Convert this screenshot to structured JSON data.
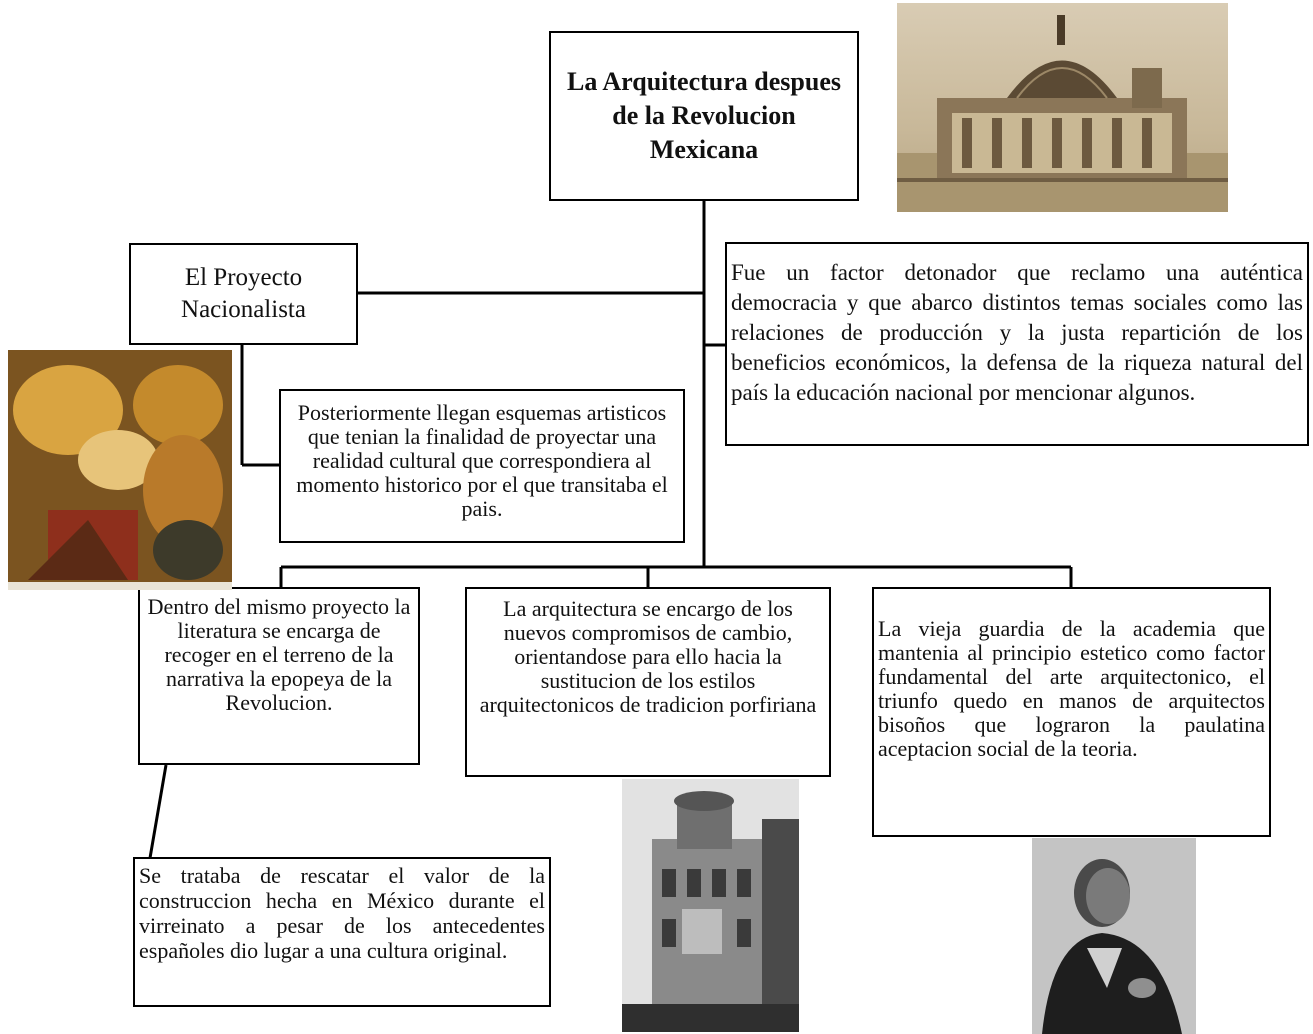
{
  "title": "La Arquitectura despues de la Revolucion Mexicana",
  "nationalist": "El Proyecto Nacionalista",
  "right_text": "Fue un factor detonador que reclamo una auténtica democracia y que abarco distintos temas sociales como las relaciones de producción y la justa repartición de los beneficios económicos, la defensa de la riqueza natural del país la educación nacional por mencionar algunos.",
  "schemes_text": "Posteriormente llegan esquemas artisticos que tenian la finalidad de proyectar una realidad cultural que correspondiera al momento historico por el que transitaba el pais.",
  "literature_text": "Dentro del mismo proyecto la literatura se encarga de recoger en el terreno de la narrativa la epopeya de la Revolucion.",
  "architecture_text": "La arquitectura se encargo de los nuevos compromisos de cambio, orientandose para ello hacia la sustitucion de los estilos arquitectonicos de tradicion porfiriana",
  "old_guard_text": "La vieja guardia de la academia que mantenia al principio estetico como factor fundamental del arte arquitectonico, el triunfo quedo en manos de arquitectos bisoños que lograron la paulatina aceptacion social de la teoria.",
  "colonial_text": "Se trataba de rescatar el valor de la construccion hecha en México durante el virreinato a pesar de los antecedentes españoles dio lugar a una cultura original."
}
